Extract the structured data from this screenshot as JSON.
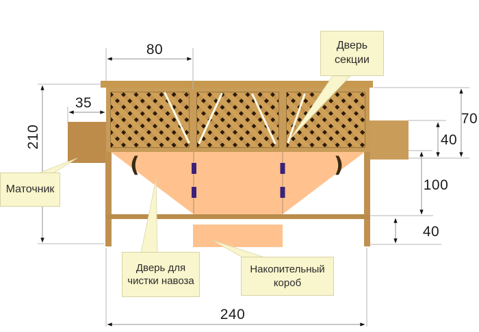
{
  "callouts": {
    "section_door": "Дверь секции",
    "mother_box": "Маточник",
    "manure_door": "Дверь для чистки навоза",
    "collection_box": "Накопительный короб"
  },
  "dimensions": {
    "section_width": "80",
    "mother_box_depth": "35",
    "total_height": "210",
    "cage_height": "70",
    "feeder_height": "40",
    "funnel_height": "100",
    "stand_height": "40",
    "total_width": "240"
  },
  "marks": {
    "left_door_swing": "(",
    "right_door_swing": ")"
  },
  "colors": {
    "wood": "#c89c58",
    "wood_dark": "#bd8c4a",
    "lattice_dark": "#2e1b06",
    "tray_peach": "#ffc28e",
    "callout_bg": "#f9f5cc",
    "latch_purple": "#3c2179",
    "dimension_line": "#999999"
  }
}
